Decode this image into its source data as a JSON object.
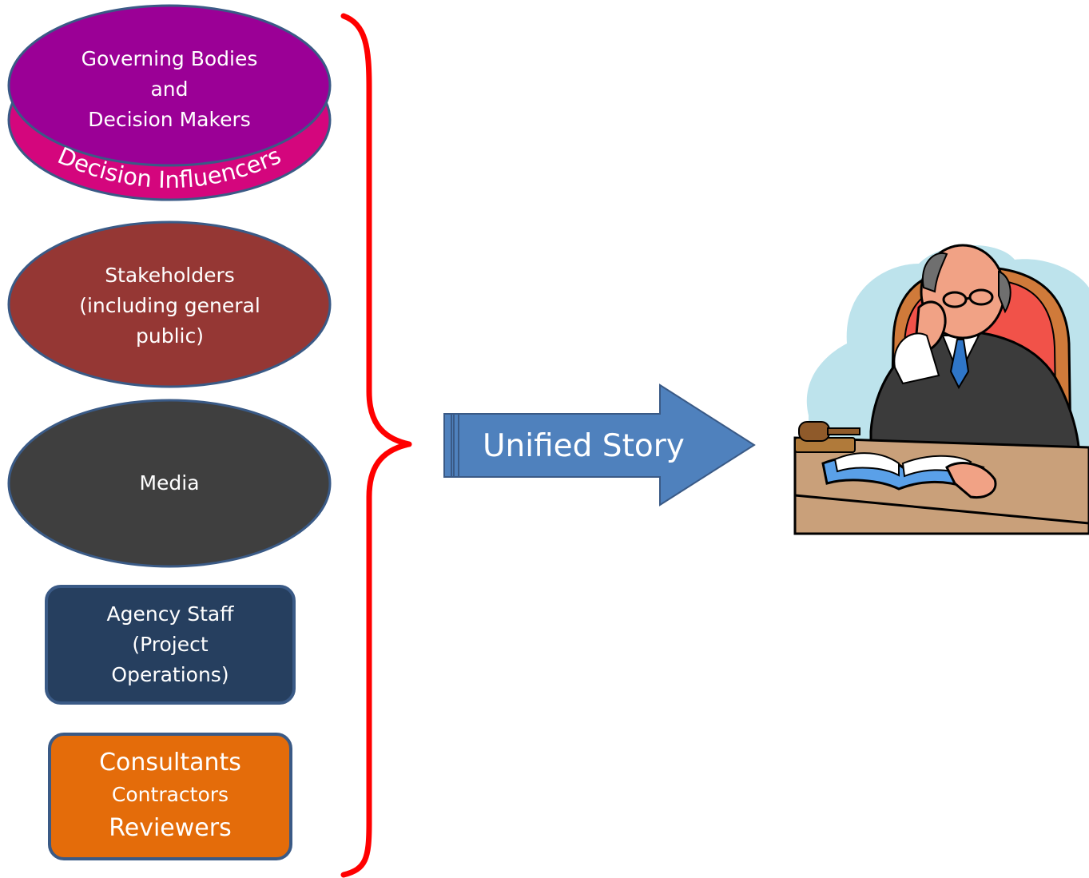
{
  "groups": {
    "governing": {
      "lines": [
        "Governing Bodies",
        "and",
        "Decision Makers"
      ],
      "ring_label": "Decision Influencers",
      "color": "#9b0096",
      "ring_color": "#d4067d"
    },
    "stakeholders": {
      "lines": [
        "Stakeholders",
        "(including general",
        "public)"
      ],
      "color": "#953734"
    },
    "media": {
      "lines": [
        "Media"
      ],
      "color": "#3f3f3f"
    },
    "agency": {
      "lines": [
        "Agency Staff",
        "(Project",
        "Operations)"
      ],
      "color": "#263f5f"
    },
    "consultants": {
      "lines": [
        "Consultants",
        "Contractors",
        "Reviewers"
      ],
      "color": "#e46c0a"
    }
  },
  "brace": {
    "color": "#ff0000"
  },
  "arrow": {
    "label": "Unified Story",
    "color": "#4f81bd"
  },
  "clipart": {
    "icon": "judge-reading-book-icon"
  }
}
